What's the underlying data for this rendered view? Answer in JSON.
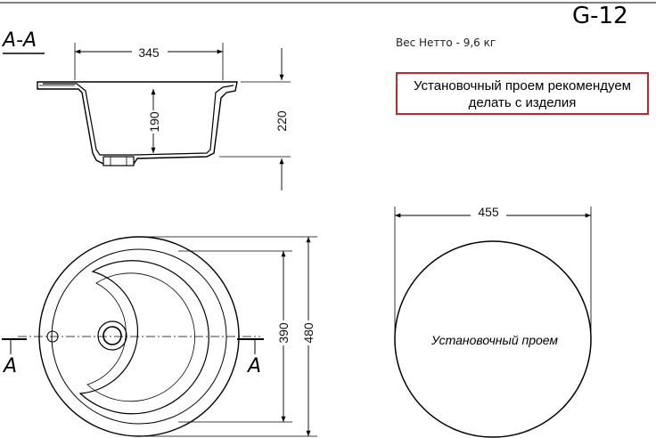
{
  "model": "G-12",
  "section_label": "A-A",
  "section_mark": "A",
  "weight_label": "Вес Нетто - 9,6 кг",
  "note": {
    "line1": "Установочный проем рекомендуем",
    "line2": "делать с изделия",
    "border_color": "#c0282d"
  },
  "cutout_label": "Установочный проем",
  "dimensions": {
    "top_width": "345",
    "bowl_depth": "190",
    "total_height": "220",
    "cutout_diameter": "455",
    "bowl_diameter": "390",
    "outer_diameter": "480"
  }
}
